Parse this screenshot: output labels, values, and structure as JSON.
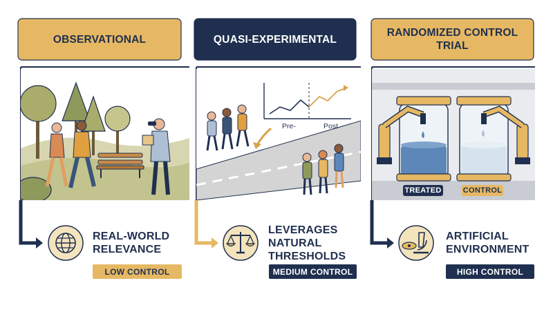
{
  "colors": {
    "navy": "#1f2f4f",
    "gold": "#e6b863",
    "gold_dark": "#d9a24a",
    "panel_bg": "#f6f6f2",
    "outline": "#1f2f4f"
  },
  "columns": [
    {
      "header_title": "OBSERVATIONAL",
      "header_style": "gold",
      "feature_label": "REAL-WORLD RELEVANCE",
      "feature_icon": "globe-icon",
      "control_badge": "LOW CONTROL",
      "badge_style": "gold"
    },
    {
      "header_title": "QUASI-EXPERIMENTAL",
      "header_style": "navy",
      "feature_label": "LEVERAGES NATURAL THRESHOLDS",
      "feature_icon": "scales-icon",
      "control_badge": "MEDIUM CONTROL",
      "badge_style": "navy",
      "chart_pre": "Pre-",
      "chart_post": "Post"
    },
    {
      "header_title": "RANDOMIZED CONTROL TRIAL",
      "header_style": "gold",
      "feature_label": "ARTIFICIAL ENVIRONMENT",
      "feature_icon": "microscope-icon",
      "control_badge": "HIGH CONTROL",
      "badge_style": "navy",
      "tag_treated": "TREATED",
      "tag_control": "CONTROL"
    }
  ]
}
